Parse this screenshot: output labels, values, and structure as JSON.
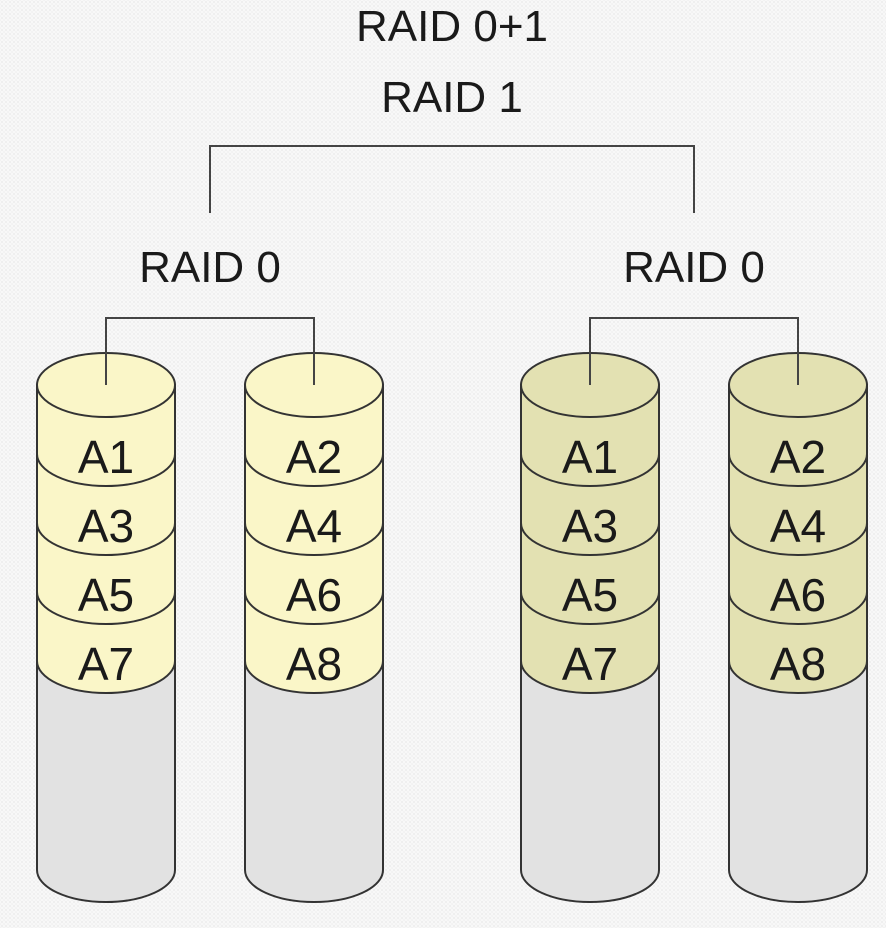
{
  "title_top": "RAID 0+1",
  "title_mirror": "RAID 1",
  "groups": [
    {
      "label": "RAID 0",
      "fill_color": "#faf6c8",
      "disks": [
        {
          "blocks": [
            "A1",
            "A3",
            "A5",
            "A7"
          ]
        },
        {
          "blocks": [
            "A2",
            "A4",
            "A6",
            "A8"
          ]
        }
      ]
    },
    {
      "label": "RAID 0",
      "fill_color": "#e3e1b2",
      "disks": [
        {
          "blocks": [
            "A1",
            "A3",
            "A5",
            "A7"
          ]
        },
        {
          "blocks": [
            "A2",
            "A4",
            "A6",
            "A8"
          ]
        }
      ]
    }
  ],
  "empty_color": "#e2e2e2"
}
